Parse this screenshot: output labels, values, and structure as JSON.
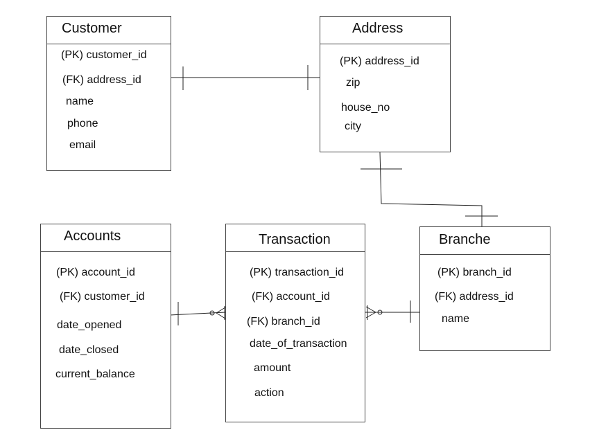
{
  "entities": {
    "customer": {
      "title": "Customer",
      "attributes": [
        "(PK) customer_id",
        "(FK) address_id",
        "name",
        "phone",
        "email"
      ]
    },
    "address": {
      "title": "Address",
      "attributes": [
        "(PK) address_id",
        "zip",
        "house_no",
        "city"
      ]
    },
    "accounts": {
      "title": "Accounts",
      "attributes": [
        "(PK) account_id",
        "(FK) customer_id",
        "date_opened",
        "date_closed",
        "current_balance"
      ]
    },
    "transaction": {
      "title": "Transaction",
      "attributes": [
        "(PK) transaction_id",
        "(FK) account_id",
        "(FK) branch_id",
        "date_of_transaction",
        "amount",
        "action"
      ]
    },
    "branche": {
      "title": "Branche",
      "attributes": [
        "(PK) branch_id",
        "(FK) address_id",
        "name"
      ]
    }
  },
  "relationships": [
    {
      "from": "customer",
      "to": "address",
      "from_end": "one",
      "to_end": "one"
    },
    {
      "from": "address",
      "to": "branche",
      "from_end": "one",
      "to_end": "one"
    },
    {
      "from": "accounts",
      "to": "transaction",
      "from_end": "one",
      "to_end": "zero-or-many"
    },
    {
      "from": "branche",
      "to": "transaction",
      "from_end": "one",
      "to_end": "zero-or-many"
    }
  ],
  "colors": {
    "line": "#222222",
    "border": "#444444"
  }
}
